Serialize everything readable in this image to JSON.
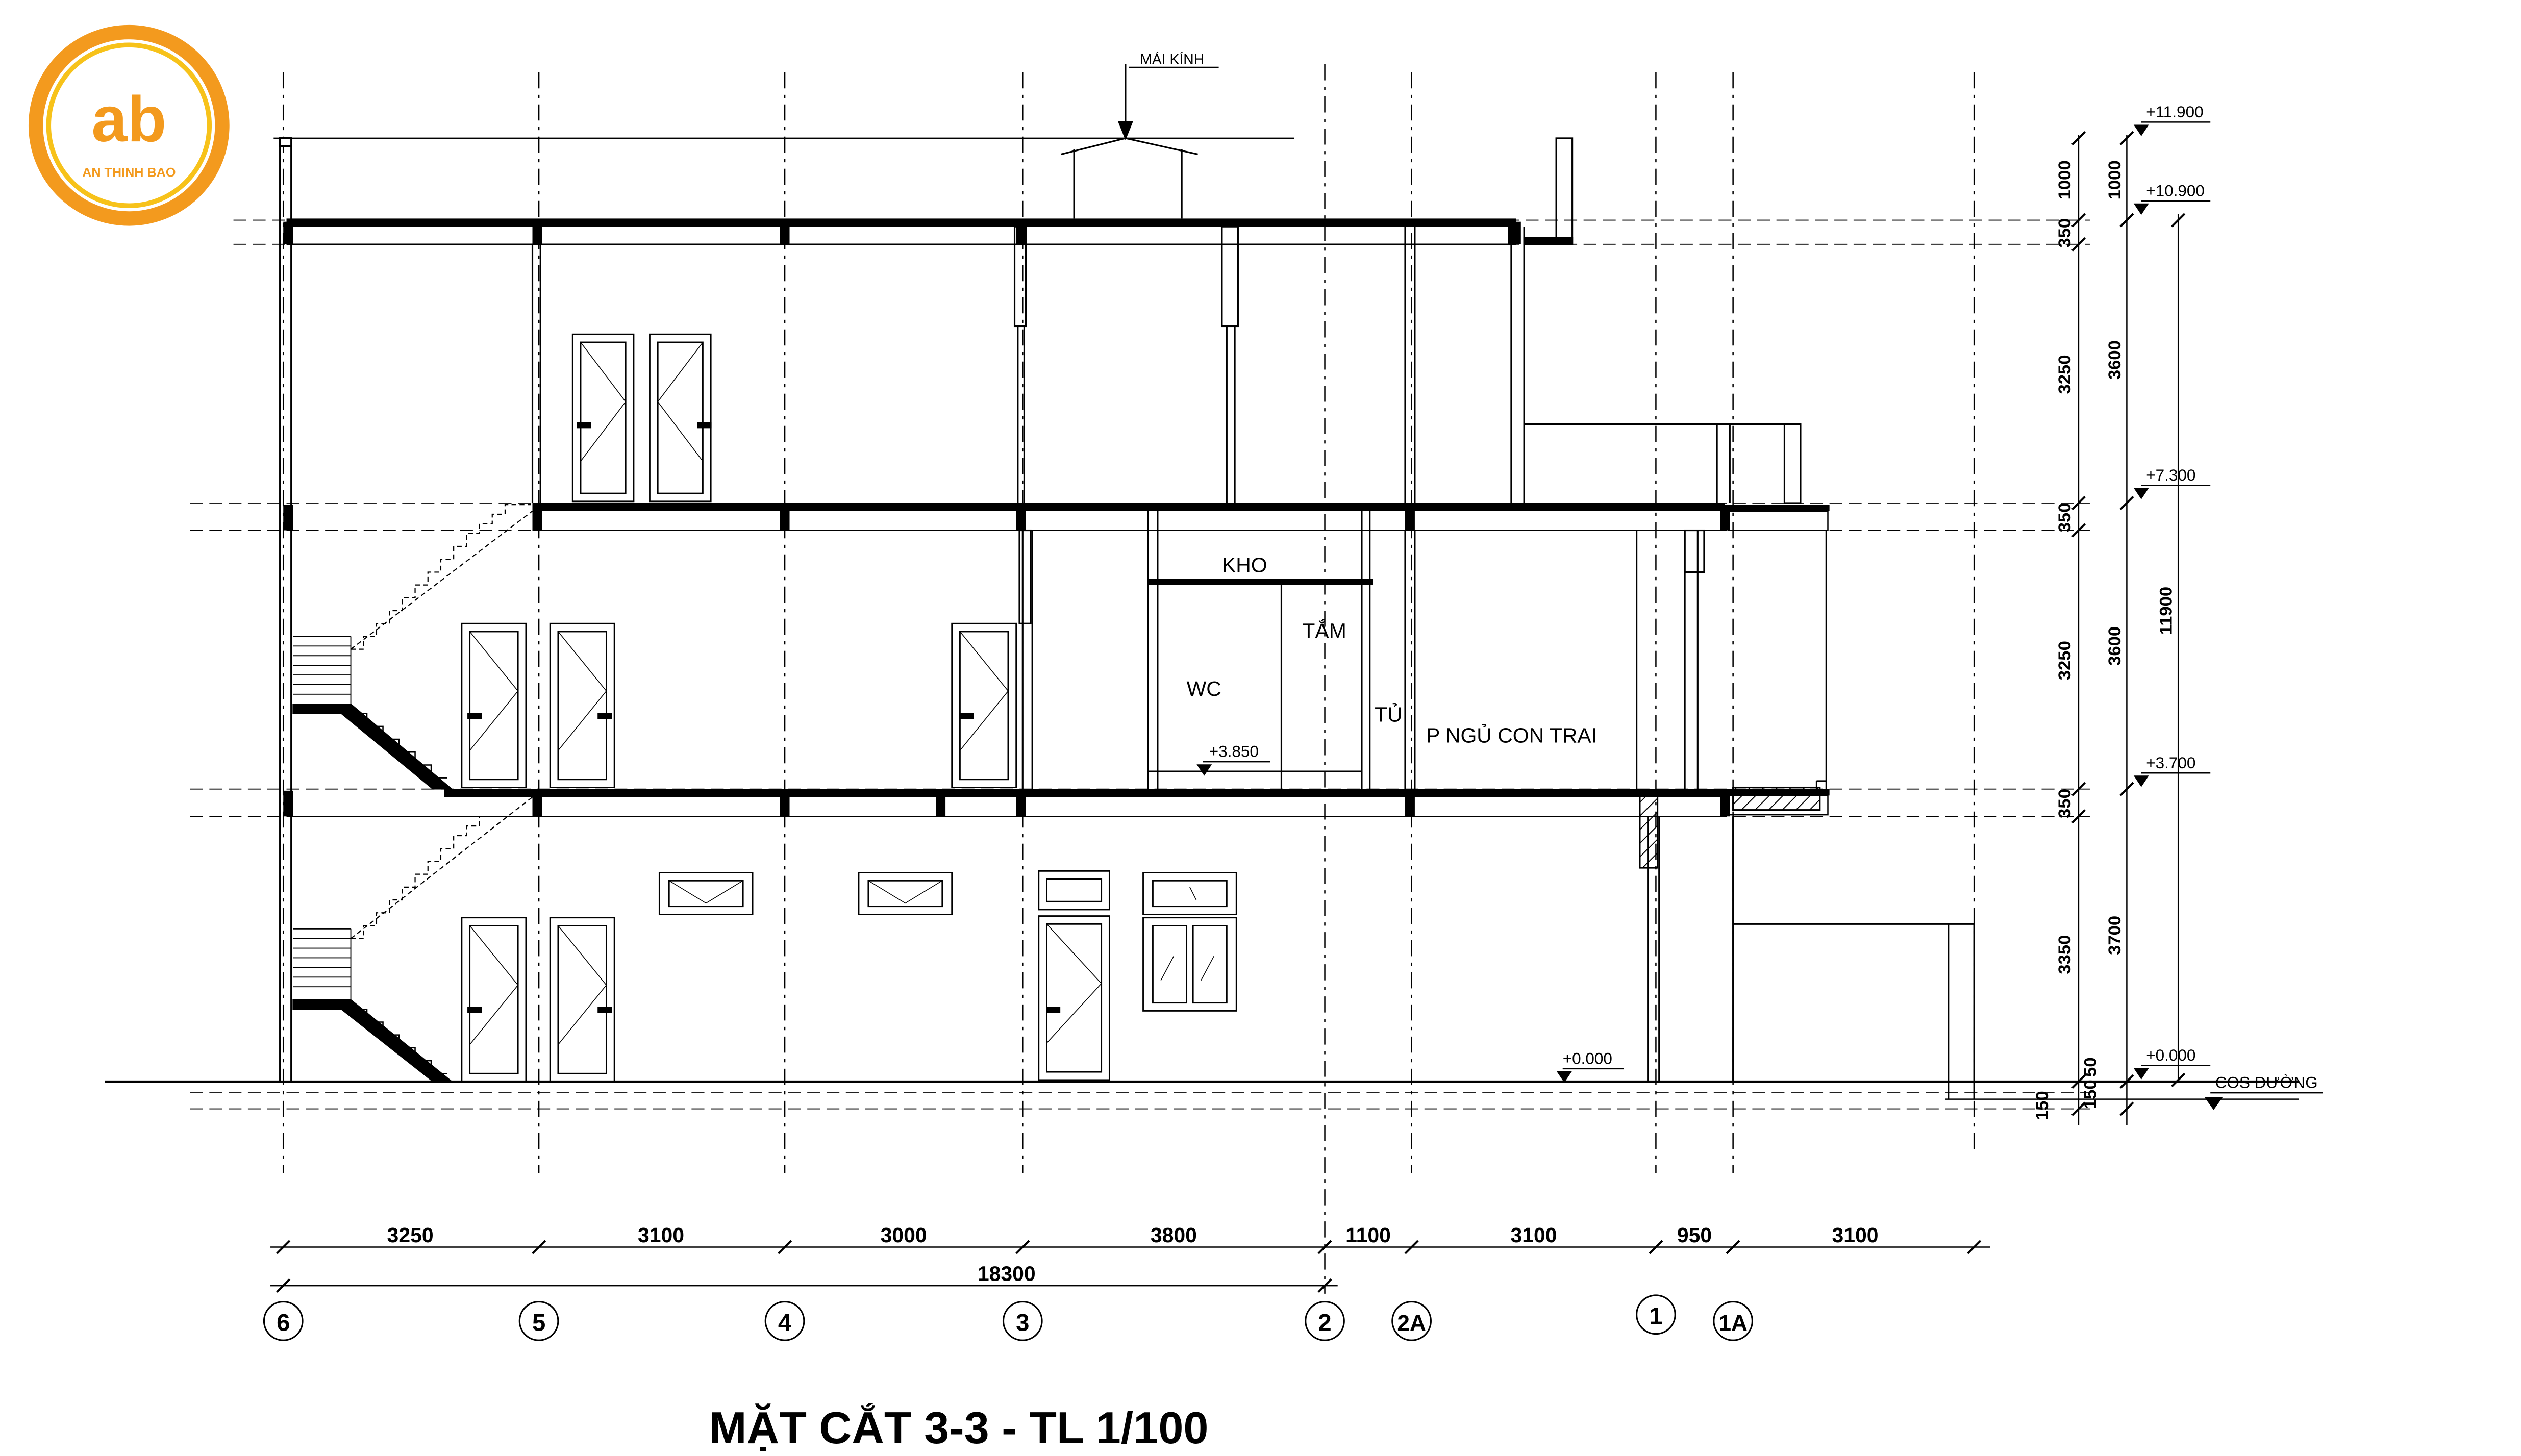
{
  "logo": {
    "mark": "ab",
    "company": "AN THINH BAO",
    "ring_color": "#f39a1e",
    "accent_color": "#f7c21a"
  },
  "title": "MẶT CẮT 3-3 - TL 1/100",
  "roof_label": "MÁI KÍNH",
  "rooms": {
    "kho": "KHO",
    "tam": "TẮM",
    "wc": "WC",
    "tu": "TỦ",
    "bedroom": "P NGỦ CON TRAI"
  },
  "levels": {
    "wc_floor": "+3.850",
    "ground_inside": "+0.000",
    "road": "COS ĐƯỜNG",
    "right": [
      "+11.900",
      "+10.900",
      "+7.300",
      "+3.700",
      "+0.000"
    ]
  },
  "vertical_dims": {
    "inner": [
      "1000",
      "350",
      "3250",
      "350",
      "3250",
      "350",
      "3350",
      "150"
    ],
    "middle": [
      "1000",
      "3600",
      "3600",
      "3700",
      "150"
    ],
    "total": "11900",
    "extra": "50"
  },
  "horizontal_dims": {
    "segments": [
      "3250",
      "3100",
      "3000",
      "3800",
      "1100",
      "3100",
      "950",
      "3100"
    ],
    "total": "18300"
  },
  "grid_axes": [
    "6",
    "5",
    "4",
    "3",
    "2",
    "2A",
    "1",
    "1A"
  ],
  "colors": {
    "line": "#000000",
    "background": "#ffffff"
  }
}
